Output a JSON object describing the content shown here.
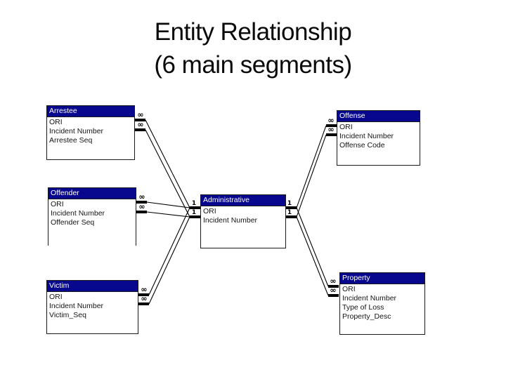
{
  "title": {
    "line1": "Entity Relationship",
    "line2": "(6 main segments)"
  },
  "diagram": {
    "many_symbol": "∞",
    "one_symbol": "1",
    "header_bg_color": "#08088E",
    "header_text_color": "#FFFFFF",
    "line_color": "#000000",
    "entities": [
      {
        "name": "Arrestee",
        "fields": [
          "ORI",
          "Incident Number",
          "Arrestee Seq"
        ]
      },
      {
        "name": "Offender",
        "fields": [
          "ORI",
          "Incident Number",
          "Offender Seq"
        ]
      },
      {
        "name": "Victim",
        "fields": [
          "ORI",
          "Incident Number",
          "Victim_Seq"
        ]
      },
      {
        "name": "Administrative",
        "fields": [
          "ORI",
          "Incident Number"
        ]
      },
      {
        "name": "Offense",
        "fields": [
          "ORI",
          "Incident Number",
          "Offense Code"
        ]
      },
      {
        "name": "Property",
        "fields": [
          "ORI",
          "Incident Number",
          "Type of Loss",
          "Property_Desc"
        ]
      }
    ]
  }
}
